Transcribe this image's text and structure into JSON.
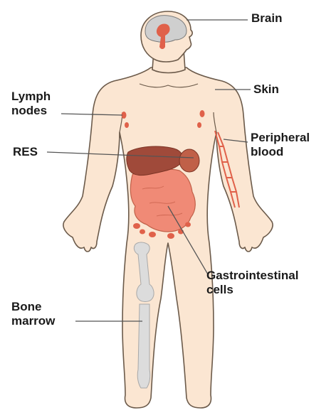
{
  "labels": {
    "brain": "Brain",
    "skin": "Skin",
    "lymph_line1": "Lymph",
    "lymph_line2": "nodes",
    "res": "RES",
    "peripheral_line1": "Peripheral",
    "peripheral_line2": "blood",
    "gi_line1": "Gastrointestinal",
    "gi_line2": "cells",
    "bone_line1": "Bone",
    "bone_line2": "marrow"
  },
  "colors": {
    "skin_fill": "#fbe6d2",
    "outline": "#6b5a4a",
    "brain_gray": "#cfcfcf",
    "brain_red": "#e0614a",
    "liver_brown": "#a04a3a",
    "stomach_salmon": "#f08a76",
    "organ_dark": "#c06048",
    "bone_gray": "#dcdcdc",
    "leader_line": "#555555"
  }
}
